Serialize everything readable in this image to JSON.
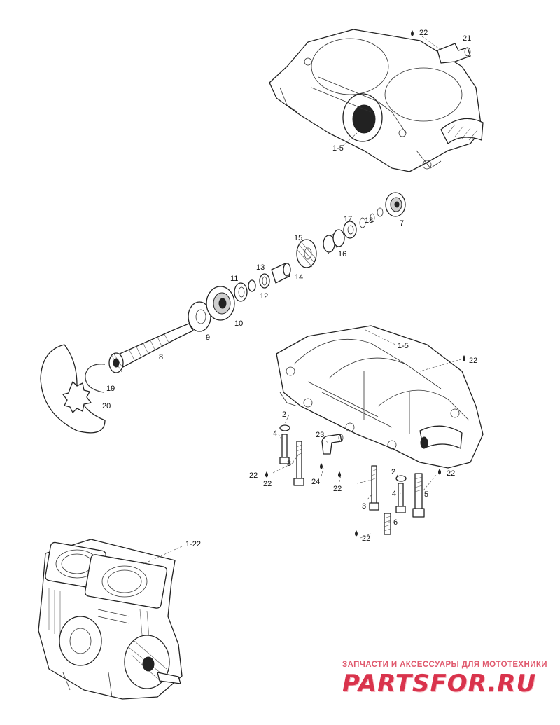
{
  "labels": {
    "upper_crankcase": "1-5",
    "lower_crankcase": "1-5",
    "engine": "1-22",
    "p2a": "2",
    "p2b": "2",
    "p3a": "3",
    "p3b": "3",
    "p4a": "4",
    "p4b": "4",
    "p5": "5",
    "p6": "6",
    "p7": "7",
    "p8": "8",
    "p9": "9",
    "p10": "10",
    "p11": "11",
    "p12": "12",
    "p13": "13",
    "p14": "14",
    "p15": "15",
    "p16": "16",
    "p17": "17",
    "p18": "18",
    "p19": "19",
    "p20": "20",
    "p21": "21",
    "p22a": "22",
    "p22b": "22",
    "p22c": "22",
    "p22d": "22",
    "p22e": "22",
    "p22f": "22",
    "p22g": "22",
    "p23": "23",
    "p24": "24"
  },
  "watermark": {
    "caption": "ЗАПЧАСТИ И АКСЕССУАРЫ ДЛЯ МОТОТЕХНИКИ",
    "brand": "PARTSFOR.RU",
    "color": "#d9334c"
  }
}
